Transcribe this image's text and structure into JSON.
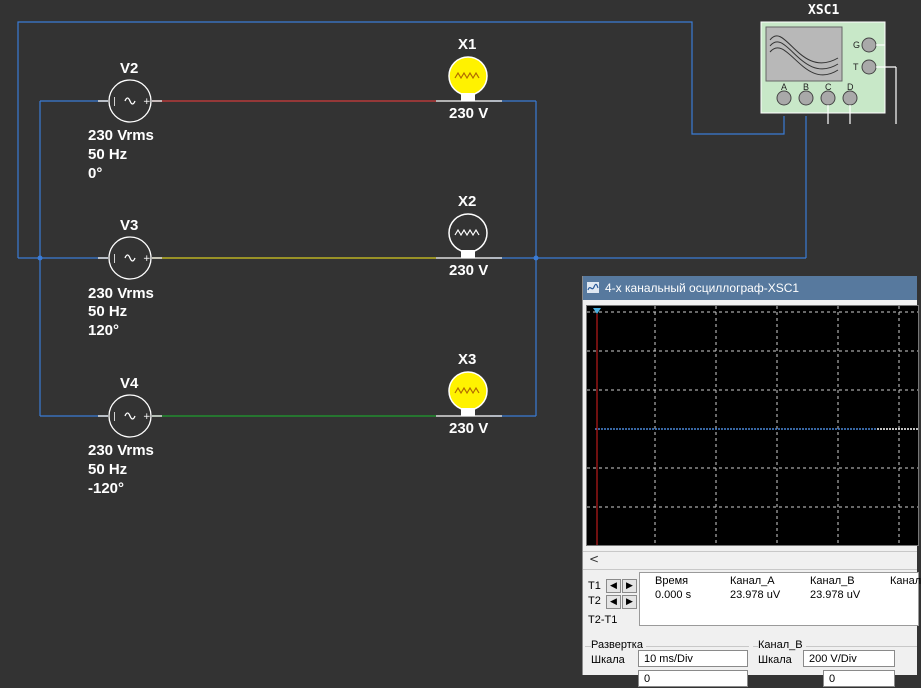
{
  "sources": [
    {
      "ref": "V2",
      "voltage": "230 Vrms",
      "frequency": "50 Hz",
      "phase": "0°",
      "wire_color": "#d03c3c"
    },
    {
      "ref": "V3",
      "voltage": "230 Vrms",
      "frequency": "50 Hz",
      "phase": "120°",
      "wire_color": "#d6cc20"
    },
    {
      "ref": "V4",
      "voltage": "230 Vrms",
      "frequency": "50 Hz",
      "phase": "-120°",
      "wire_color": "#1e9e2e"
    }
  ],
  "lamps": [
    {
      "ref": "X1",
      "rating": "230 V",
      "state": "lit"
    },
    {
      "ref": "X2",
      "rating": "230 V",
      "state": "off"
    },
    {
      "ref": "X3",
      "rating": "230 V",
      "state": "lit"
    }
  ],
  "instrument": {
    "ref": "XSC1",
    "terminals": [
      "A",
      "B",
      "C",
      "D"
    ],
    "ground": "G",
    "trigger": "T"
  },
  "colors": {
    "background": "#333333",
    "wire": "#3a7bd5",
    "lamp_lit": "#fff200",
    "titlebar": "#57799e"
  },
  "oscilloscope": {
    "title": "4-х канальный осциллограф-XSC1",
    "cursor_labels": [
      "T1",
      "T2",
      "T2-T1"
    ],
    "headers": [
      "Время",
      "Канал_A",
      "Канал_B",
      "Канал"
    ],
    "values": [
      "0.000 s",
      "23.978 uV",
      "23.978 uV"
    ],
    "sweep": {
      "group": "Развертка",
      "scale_label": "Шкала",
      "scale_value": "10 ms/Div",
      "pos_value": "0"
    },
    "channel": {
      "group": "Канал_B",
      "scale_label": "Шкала",
      "scale_value": "200  V/Div",
      "pos_value": "0"
    },
    "scroll_arrow": "<"
  }
}
